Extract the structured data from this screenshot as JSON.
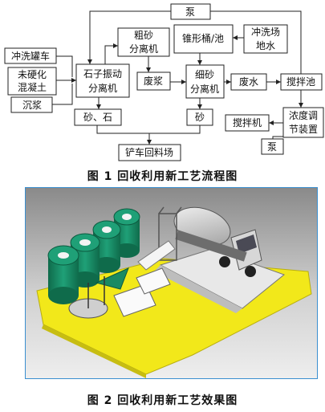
{
  "flowchart": {
    "nodes": {
      "pump_top": "泵",
      "wash_truck": "冲洗罐车",
      "unhardened_1": "未硬化",
      "unhardened_2": "混凝土",
      "sediment": "沉浆",
      "coarse_sep_1": "粗砂",
      "coarse_sep_2": "分离机",
      "stone_vib_1": "石子振动",
      "stone_vib_2": "分离机",
      "cone_tank": "锥形桶/池",
      "wash_ground_1": "冲洗场",
      "wash_ground_2": "地水",
      "waste_slurry": "废浆",
      "fine_sep_1": "细砂",
      "fine_sep_2": "分离机",
      "waste_water": "废水",
      "mixing_pool": "搅拌池",
      "concentration_1": "浓度调",
      "concentration_2": "节装置",
      "mixer": "搅拌机",
      "pump_bottom": "泵",
      "sand_stone": "砂、石",
      "sand": "砂",
      "loader_yard": "铲车回料场"
    },
    "caption": "图 1   回收利用新工艺流程图"
  },
  "figure2": {
    "caption": "图 2   回收利用新工艺效果图",
    "colors": {
      "platform": "#f2e81a",
      "tank": "#1a8a63",
      "background": "#d9d9d9"
    }
  }
}
